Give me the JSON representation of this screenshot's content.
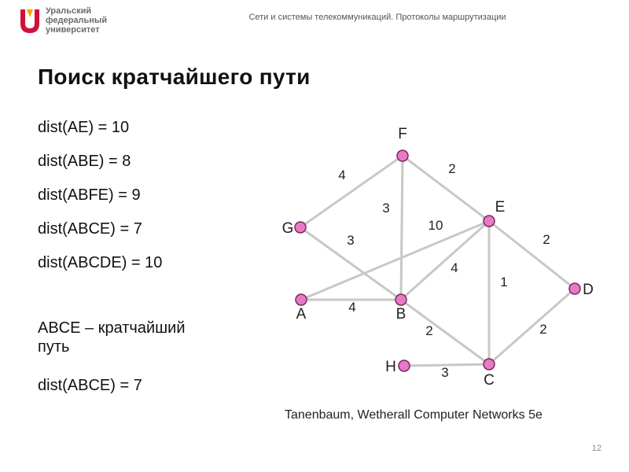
{
  "header": {
    "logo_lines": [
      "Уральский",
      "федеральный",
      "университет"
    ],
    "course": "Сети и системы телекоммуникаций. Протоколы маршрутизации"
  },
  "slide": {
    "title": "Поиск кратчайшего пути",
    "lines": [
      "dist(AE) = 10",
      "dist(ABE) = 8",
      "dist(ABFE) = 9",
      "dist(ABCE) = 7",
      "dist(ABCDE) = 10"
    ],
    "conclusion_line1": "ABCE – кратчайший",
    "conclusion_line2": "путь",
    "final": "dist(ABCE) = 7",
    "caption": "Tanenbaum, Wetherall Computer Networks 5e",
    "page_number": "12"
  },
  "colors": {
    "edge": "#c8c8c8",
    "node_fill": "#e879c5",
    "node_stroke": "#7a2a5e",
    "logo_red": "#d0103a"
  },
  "graph": {
    "nodes": [
      {
        "id": "F",
        "label": "F"
      },
      {
        "id": "G",
        "label": "G"
      },
      {
        "id": "E",
        "label": "E"
      },
      {
        "id": "A",
        "label": "A"
      },
      {
        "id": "B",
        "label": "B"
      },
      {
        "id": "D",
        "label": "D"
      },
      {
        "id": "H",
        "label": "H"
      },
      {
        "id": "C",
        "label": "C"
      }
    ],
    "edges": [
      {
        "from": "G",
        "to": "F",
        "weight": "4"
      },
      {
        "from": "F",
        "to": "E",
        "weight": "2"
      },
      {
        "from": "F",
        "to": "B",
        "weight": "3"
      },
      {
        "from": "G",
        "to": "B",
        "weight": "3"
      },
      {
        "from": "A",
        "to": "E",
        "weight": "10"
      },
      {
        "from": "B",
        "to": "E",
        "weight": "4"
      },
      {
        "from": "E",
        "to": "D",
        "weight": "2"
      },
      {
        "from": "E",
        "to": "C",
        "weight": "1"
      },
      {
        "from": "A",
        "to": "B",
        "weight": "4"
      },
      {
        "from": "B",
        "to": "C",
        "weight": "2"
      },
      {
        "from": "D",
        "to": "C",
        "weight": "2"
      },
      {
        "from": "H",
        "to": "C",
        "weight": "3"
      }
    ]
  }
}
